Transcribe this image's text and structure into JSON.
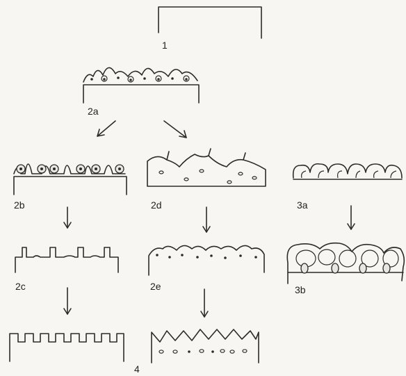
{
  "labels": {
    "n1": "1",
    "n2a": "2a",
    "n2b": "2b",
    "n2c": "2c",
    "n2d": "2d",
    "n2e": "2e",
    "n3a": "3a",
    "n3b": "3b",
    "n4": "4"
  },
  "colors": {
    "ink": "#2b2b2b",
    "paper": "#f7f6f2"
  }
}
